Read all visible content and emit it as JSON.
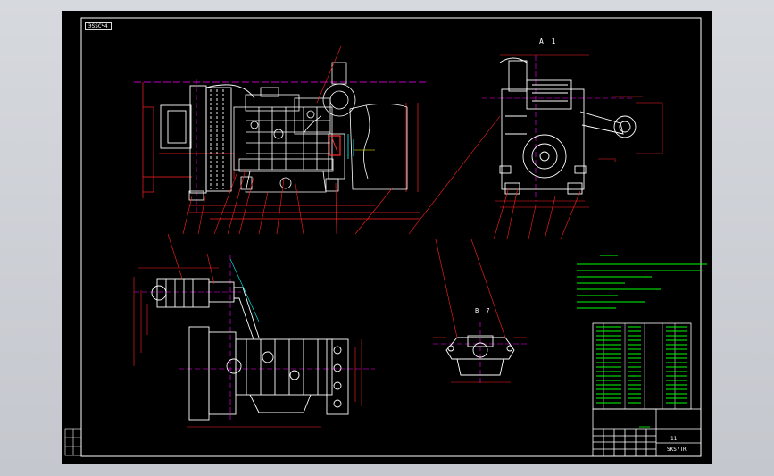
{
  "stamp": "ЭSSCЧ4",
  "view_a_label": "A  1",
  "view_b_label": "B  7",
  "title_block": {
    "name": "11",
    "code": "SKS7TR"
  },
  "colors": {
    "background": "#000000",
    "outline": "#ffffff",
    "dimension": "#ff2020",
    "centerline": "#ff00ff",
    "notes": "#00ff00",
    "cable": "#00ffff",
    "highlight": "#ff3030"
  }
}
